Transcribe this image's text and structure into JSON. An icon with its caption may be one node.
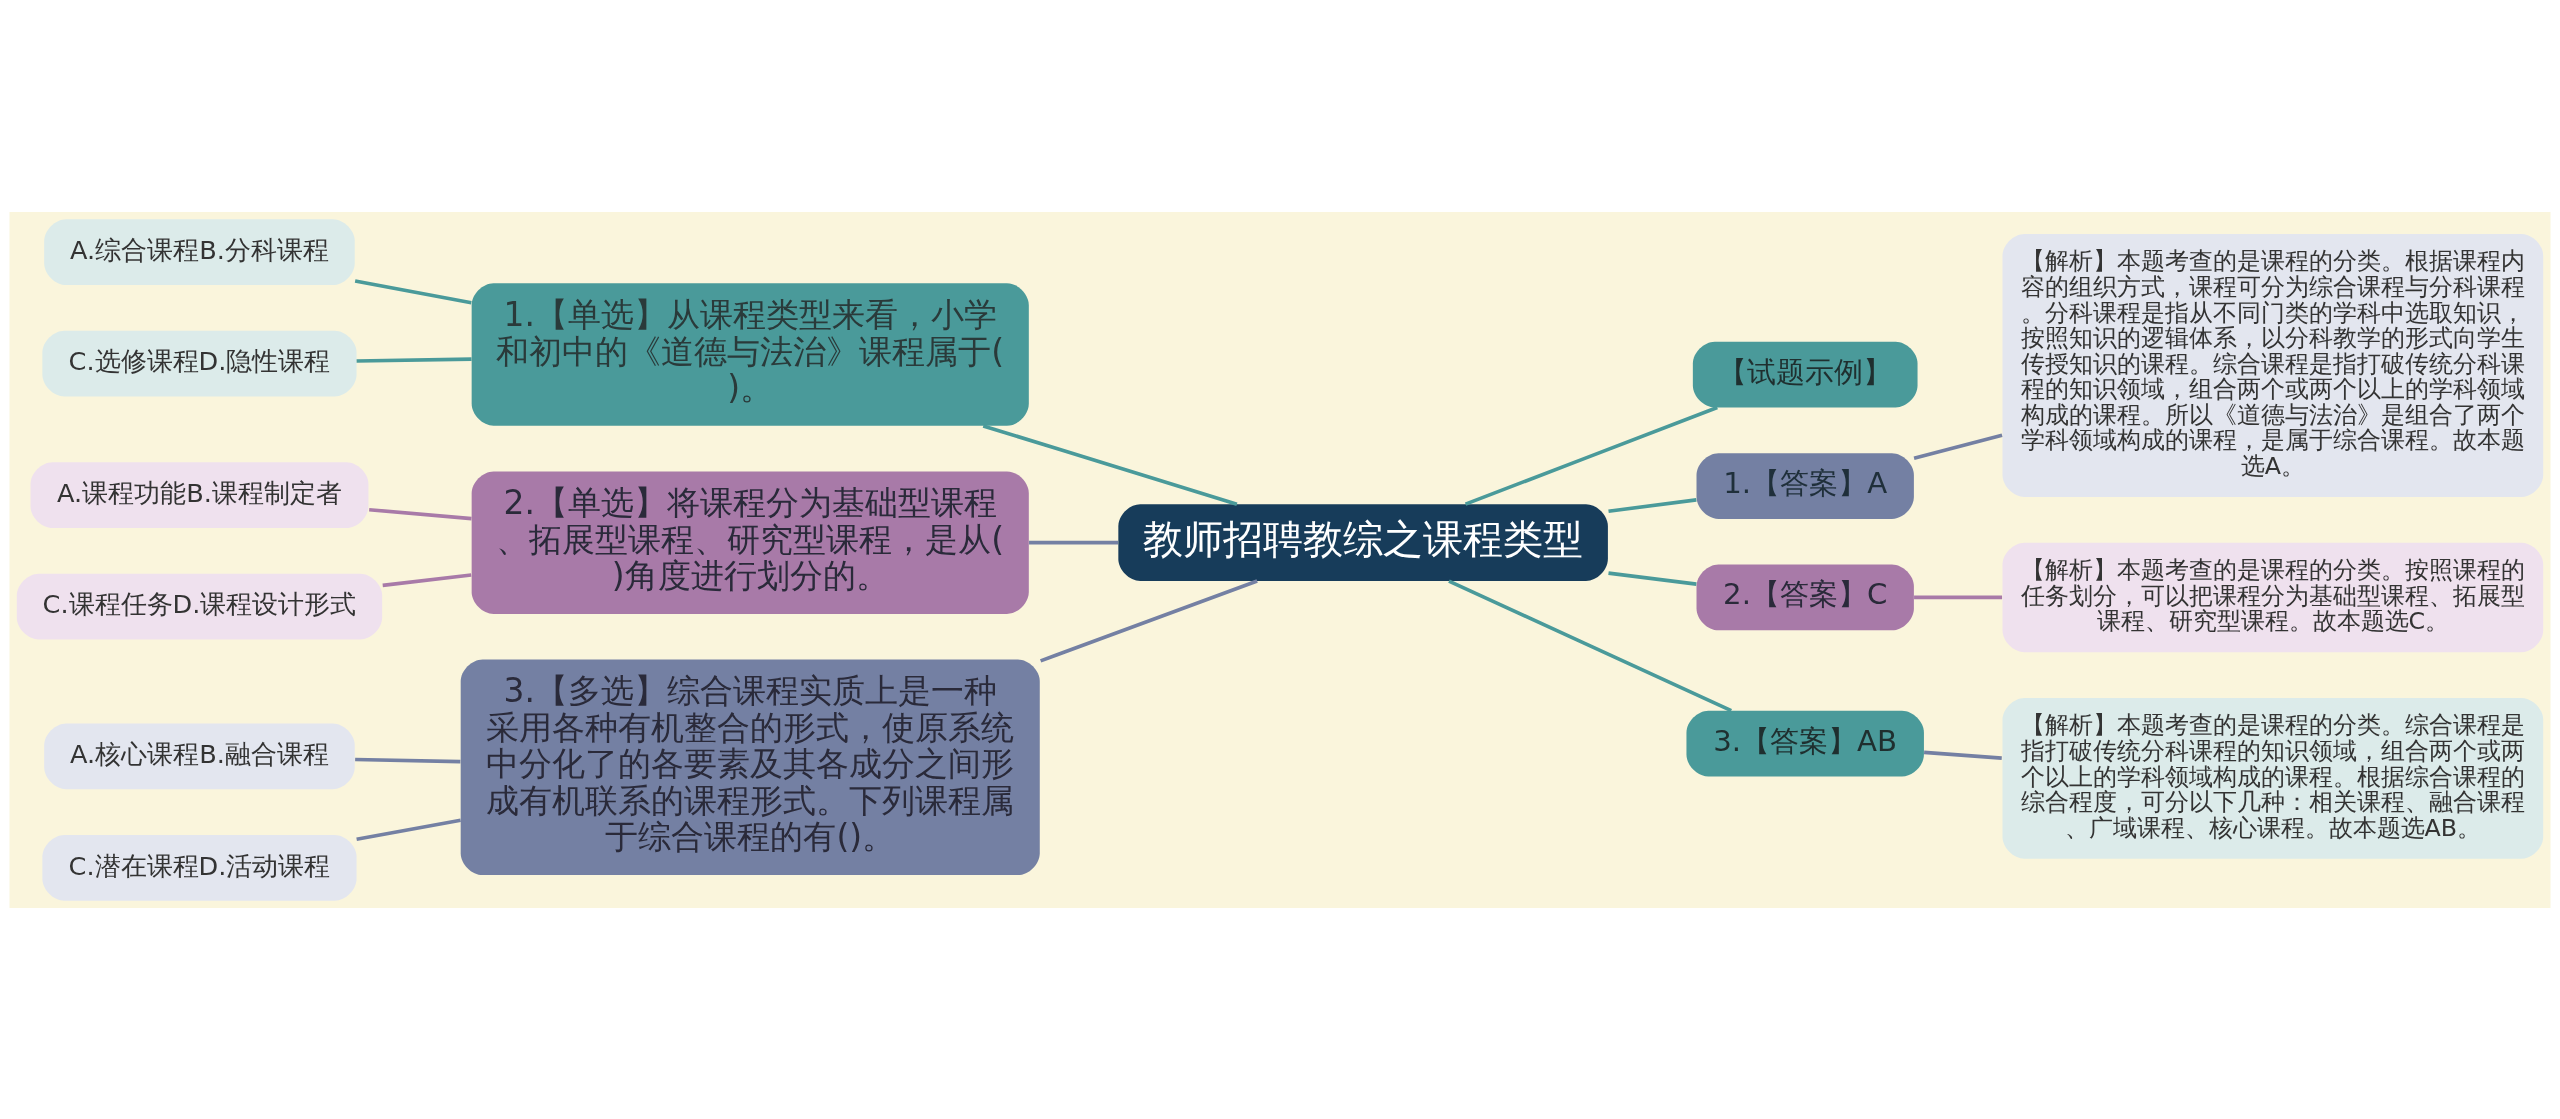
{
  "diagram": {
    "nodes": [
      {
        "text": [
          "教师招聘教综之课程类型"
        ]
      },
      {
        "text": [
          "1.【单选】从课程类型来看，小学和初中的《道德与法治》课程属于( )。"
        ]
      },
      {
        "text": [
          "A.综合课程B.分科课程"
        ]
      },
      {
        "text": [
          "C.选修课程D.隐性课程"
        ]
      },
      {
        "text": [
          "2.【单选】将课程分为基础型课程、拓展型课程、研究型课程，是从( )角度进行划分的。"
        ]
      },
      {
        "text": [
          "A.课程功能B.课程制定者"
        ]
      },
      {
        "text": [
          "C.课程任务D.课程设计形式"
        ]
      },
      {
        "text": [
          "3.【多选】综合课程实质上是一种采用各种有机整合的形式，使原系统中分化了的各要素及其各成分之间形成有机联系的课程形式。下列课程属于综合课程的有()。"
        ]
      },
      {
        "text": [
          "A.核心课程B.融合课程"
        ]
      },
      {
        "text": [
          "C.潜在课程D.活动课程"
        ]
      },
      {
        "text": [
          "【试题示例】"
        ]
      },
      {
        "text": [
          "1.【答案】A"
        ]
      },
      {
        "text": [
          "【解析】本题考查的是课程的分类。根据课程内容的组织方式，课程可分为综合课程与分科课程。分科课程是指从不同门类的学科中选取知识，按照知识的逻辑体系，以分科教学的形式向学生传授知识的课程。综合课程是指打破传统分科课程的知识领域，组合两个或两个以上的学科领域构成的课程。所以《道德与法治》是组合了两个学科领域构成的课程，是属于综合课程。故本题选A。"
        ]
      },
      {
        "text": [
          "2.【答案】C"
        ]
      },
      {
        "text": [
          "【解析】本题考查的是课程的分类。按照课程的任务划分，可以把课程分为基础型课程、拓展型课程、研究型课程。故本题选C。"
        ]
      },
      {
        "text": [
          "3.【答案】AB"
        ]
      },
      {
        "text": [
          "【解析】本题考查的是课程的分类。综合课程是指打破传统分科课程的知识领域，组合两个或两个以上的学科领域构成的课程。根据综合课程的综合程度，可分以下几种：相关课程、融合课程、广域课程、核心课程。故本题选AB。"
        ]
      }
    ],
    "edges": [
      {
        "from": 2,
        "to": 1,
        "arrow": "none"
      },
      {
        "from": 3,
        "to": 1,
        "arrow": "none"
      },
      {
        "from": 5,
        "to": 4,
        "arrow": "none",
        "color": "#a87aa8"
      },
      {
        "from": 6,
        "to": 4,
        "arrow": "none",
        "color": "#a87aa8"
      },
      {
        "from": 8,
        "to": 7,
        "arrow": "none",
        "color": "#7480a3"
      },
      {
        "from": 9,
        "to": 7,
        "arrow": "none",
        "color": "#7480a3"
      },
      {
        "from": 1,
        "to": 0,
        "arrow": "none"
      },
      {
        "from": 4,
        "to": 0,
        "arrow": "none",
        "color": "#7480a3"
      },
      {
        "from": 7,
        "to": 0,
        "arrow": "none",
        "color": "#7480a3"
      },
      {
        "from": 0,
        "to": 10,
        "arrow": "none"
      },
      {
        "from": 0,
        "to": 11,
        "arrow": "none"
      },
      {
        "from": 0,
        "to": 13,
        "arrow": "none"
      },
      {
        "from": 0,
        "to": 15,
        "arrow": "none"
      },
      {
        "from": 11,
        "to": 12,
        "arrow": "none",
        "color": "#7480a3"
      },
      {
        "from": 13,
        "to": 14,
        "arrow": "none",
        "color": "#a87aa8"
      },
      {
        "from": 15,
        "to": 16,
        "arrow": "none",
        "color": "#7480a3"
      }
    ]
  }
}
